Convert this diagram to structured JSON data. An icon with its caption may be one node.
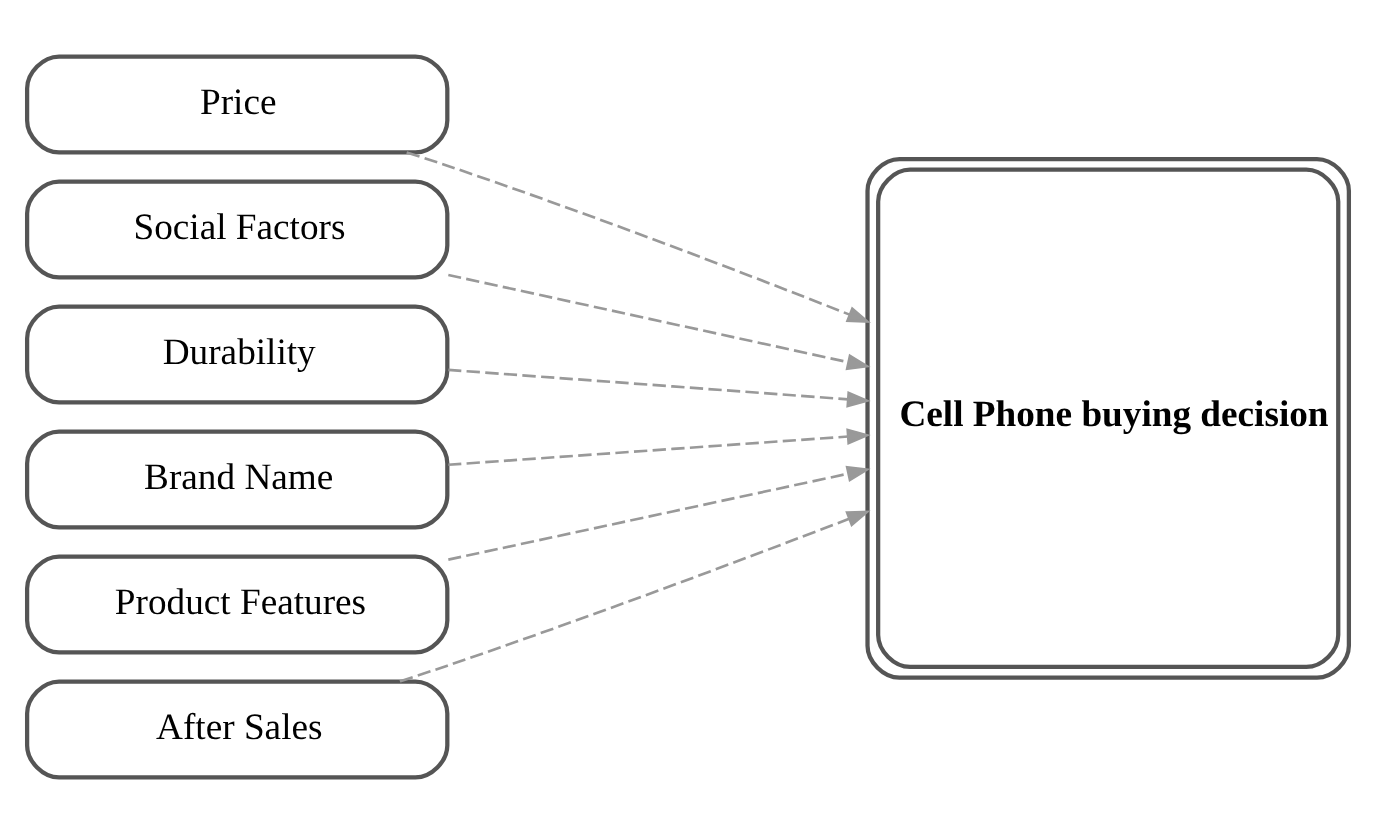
{
  "diagram": {
    "nodes": [
      {
        "text": [
          "Price"
        ]
      },
      {
        "text": [
          "Social Factors"
        ]
      },
      {
        "text": [
          "Durability"
        ]
      },
      {
        "text": [
          "Brand Name"
        ]
      },
      {
        "text": [
          "Product Features"
        ]
      },
      {
        "text": [
          "After Sales"
        ]
      },
      {
        "text": [
          "Cell Phone buying decision"
        ]
      }
    ],
    "edges": [
      {
        "from": 0,
        "to": 6,
        "arrow": "to",
        "style": "dashed"
      },
      {
        "from": 1,
        "to": 6,
        "arrow": "to",
        "style": "dashed"
      },
      {
        "from": 2,
        "to": 6,
        "arrow": "to",
        "style": "dashed"
      },
      {
        "from": 3,
        "to": 6,
        "arrow": "to",
        "style": "dashed"
      },
      {
        "from": 4,
        "to": 6,
        "arrow": "to",
        "style": "dashed"
      },
      {
        "from": 5,
        "to": 6,
        "arrow": "to",
        "style": "dashed"
      }
    ]
  }
}
